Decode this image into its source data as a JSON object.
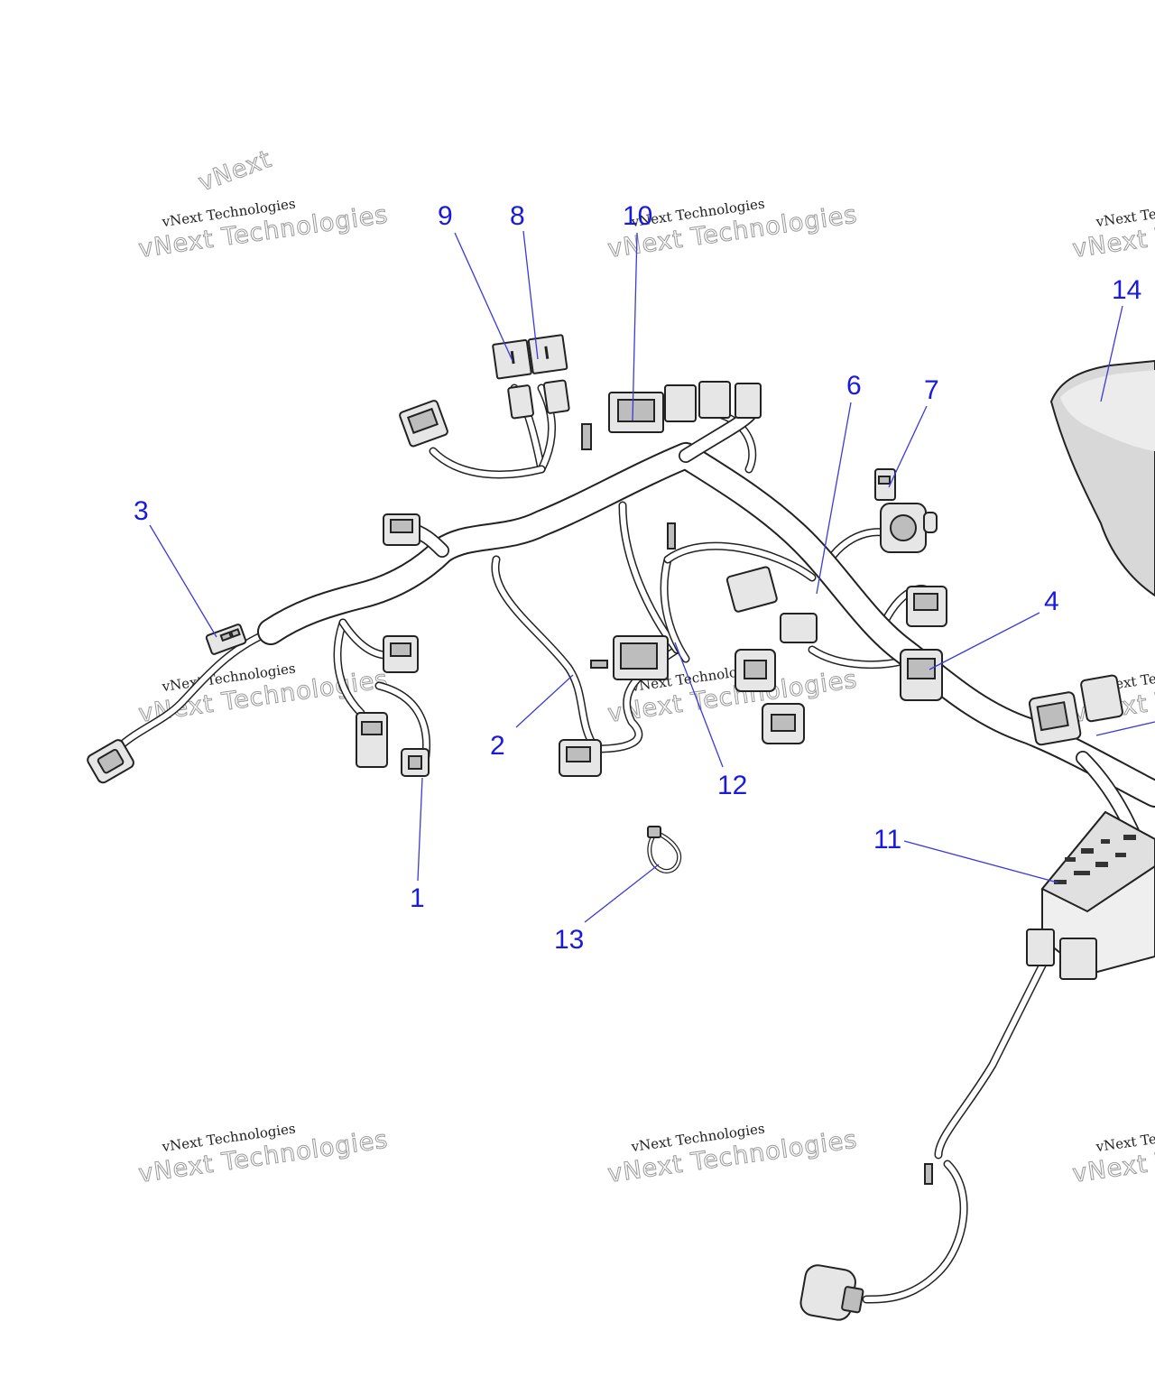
{
  "watermark": {
    "line1": "vNext Technologies",
    "line2": "vNext Technologies"
  },
  "callouts": [
    {
      "id": "1",
      "label": "1"
    },
    {
      "id": "2",
      "label": "2"
    },
    {
      "id": "3",
      "label": "3"
    },
    {
      "id": "4",
      "label": "4"
    },
    {
      "id": "6",
      "label": "6"
    },
    {
      "id": "7",
      "label": "7"
    },
    {
      "id": "8",
      "label": "8"
    },
    {
      "id": "9",
      "label": "9"
    },
    {
      "id": "10",
      "label": "10"
    },
    {
      "id": "11",
      "label": "11"
    },
    {
      "id": "12",
      "label": "12"
    },
    {
      "id": "13",
      "label": "13"
    },
    {
      "id": "14",
      "label": "14"
    }
  ],
  "colors": {
    "callout": "#1a1adb",
    "line_art": "#222222",
    "watermark_outline": "#9a9a9a"
  }
}
